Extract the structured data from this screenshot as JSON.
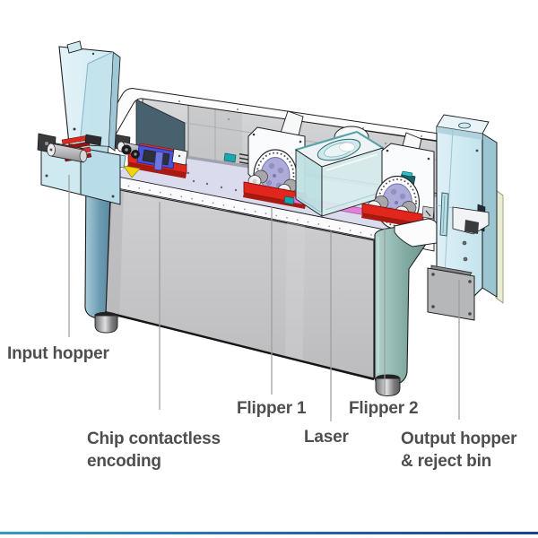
{
  "diagram": {
    "subject": "card-printer-components-diagram",
    "labels": {
      "input_hopper": "Input hopper",
      "chip_encoding": [
        "Chip contactless",
        "encoding"
      ],
      "flipper_1": "Flipper 1",
      "laser": "Laser",
      "flipper_2": "Flipper 2",
      "output_hopper": [
        "Output hopper",
        "& reject bin"
      ]
    },
    "label_color": "#4e4e50",
    "colors": {
      "machine_red": "#e0261d",
      "panel_cyan": "#cfe9f2",
      "pillar_steel_blue": "#6d9cb2",
      "pillar_teal": "#7fa8a1",
      "deck_lavender": "#dadcee",
      "disc_lavender": "#adabd8",
      "magenta_accent": "#e27fd6",
      "clamp_blue": "#4a54d6",
      "leader_gray": "#9b9b9b"
    },
    "footer_bar_gradient": [
      "#2f9fc0",
      "#2a6cb5",
      "#1c3f8e"
    ]
  }
}
